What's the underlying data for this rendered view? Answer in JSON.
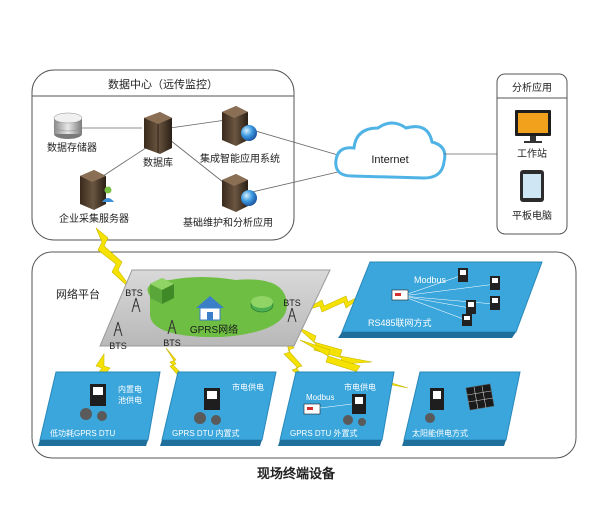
{
  "data_center": {
    "title": "数据中心（远传监控）",
    "nodes": {
      "storage": "数据存储器",
      "database": "数据库",
      "integrated_system": "集成智能应用系统",
      "collector": "企业采集服务器",
      "maintenance": "基础维护和分析应用"
    }
  },
  "internet": {
    "label": "Internet"
  },
  "analysis": {
    "title": "分析应用",
    "workstation": "工作站",
    "tablet": "平板电脑"
  },
  "network": {
    "title": "网络平台",
    "gprs": "GPRS网络",
    "bts": "BTS"
  },
  "rs485": {
    "protocol": "Modbus",
    "caption": "RS485联网方式"
  },
  "field": {
    "title": "现场终端设备",
    "devices": [
      {
        "note": "内置电\n池供电",
        "caption": "低功耗GPRS DTU"
      },
      {
        "note": "市电供电",
        "caption": "GPRS DTU 内置式"
      },
      {
        "note": "市电供电",
        "protocol": "Modbus",
        "caption": "GPRS DTU 外置式"
      },
      {
        "caption": "太阳能供电方式"
      }
    ]
  },
  "colors": {
    "panel_blue": "#3aa6dc",
    "cloud_stroke": "#4fb3e6",
    "lightning": "#f6e200",
    "green": "#6fbe44"
  }
}
